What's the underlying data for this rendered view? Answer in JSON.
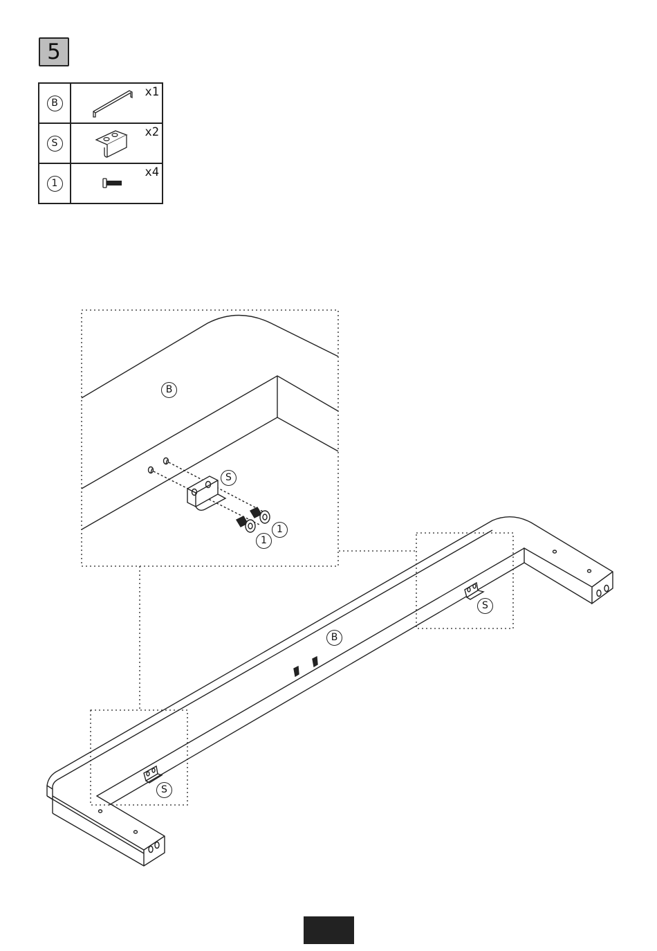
{
  "step": {
    "number": "5"
  },
  "parts": [
    {
      "id": "B",
      "icon": "u-frame-bar-icon",
      "qty": "x1"
    },
    {
      "id": "S",
      "icon": "angle-bracket-icon",
      "qty": "x2"
    },
    {
      "id": "1",
      "icon": "bolt-icon",
      "qty": "x4"
    }
  ],
  "detail": {
    "label_b": "B",
    "label_s": "S",
    "label_bolt_a": "1",
    "label_bolt_b": "1"
  },
  "main": {
    "label_b": "B",
    "label_s_right": "S",
    "label_s_left": "S"
  }
}
